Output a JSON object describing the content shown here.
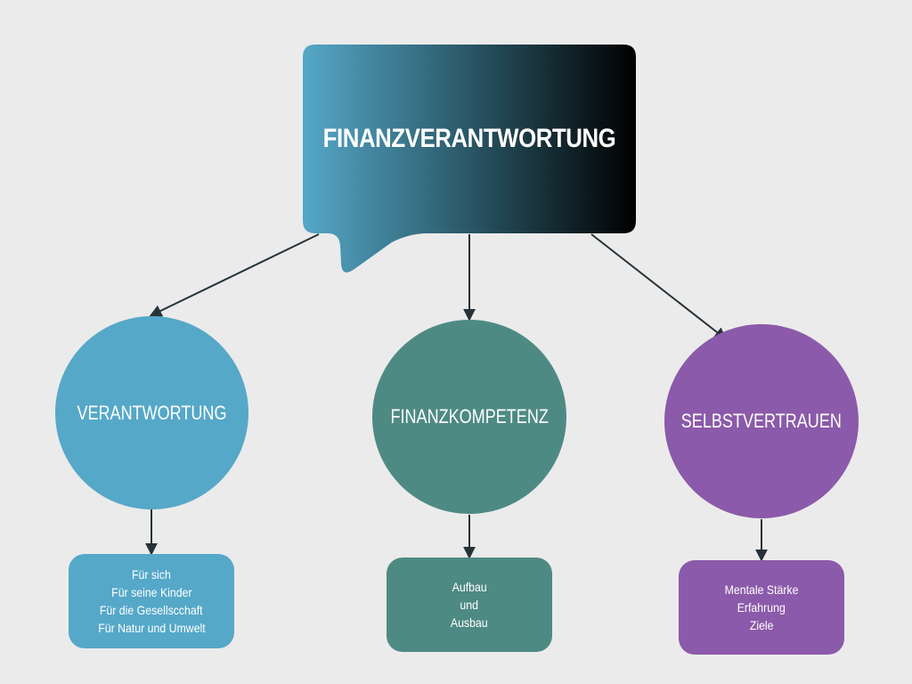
{
  "diagram": {
    "title": "FINANZVERANTWORTUNG",
    "colors": {
      "background": "#ebebeb",
      "title_gradient_start": "#55a8c8",
      "title_gradient_end": "#000000",
      "verantwortung": "#55a8c8",
      "finanzkompetenz": "#4e8a84",
      "selbstvertrauen": "#8b5aaa",
      "connector": "#263238"
    },
    "branches": [
      {
        "label": "VERANTWORTUNG",
        "items": [
          "Für sich",
          "Für seine Kinder",
          "Für die Gesellscchaft",
          "Für Natur und Umwelt"
        ]
      },
      {
        "label": "FINANZKOMPETENZ",
        "items": [
          "Aufbau",
          "und",
          "Ausbau"
        ]
      },
      {
        "label": "SELBSTVERTRAUEN",
        "items": [
          "Mentale Stärke",
          "Erfahrung",
          "Ziele"
        ]
      }
    ]
  }
}
